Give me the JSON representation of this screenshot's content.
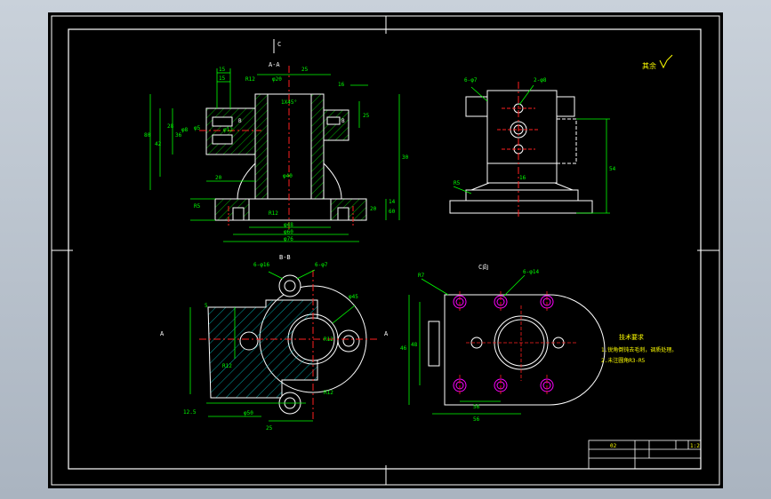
{
  "colors": {
    "background": "#000000",
    "frame": "#ffffff",
    "outline": "#ffffff",
    "dimension": "#00ff00",
    "center": "#ff2020",
    "hole": "#ff00ff",
    "hatch": "#00e5e5",
    "note": "#ffff00",
    "viewport": "#b9c2cd"
  },
  "labels": {
    "section_aa": "A-A",
    "section_bb": "B-B",
    "view_c": "C向",
    "view_c_marker": "C",
    "surface_note": "其余",
    "marker_a": "A",
    "marker_b": "B"
  },
  "notes": {
    "title": "技术要求",
    "line1": "1.锐角倒钝去毛刺，调质处理。",
    "line2": "2.未注圆角R3-R5"
  },
  "dimensions": {
    "front": [
      "15",
      "15",
      "R12",
      "25",
      "φ20",
      "16",
      "1X45°",
      "25",
      "φ5",
      "28",
      "80",
      "42",
      "36",
      "φ8",
      "φ12",
      "20",
      "φ40",
      "R12",
      "30",
      "60",
      "φ48",
      "φ60",
      "φ76",
      "R5",
      "20",
      "14"
    ],
    "top_right": [
      "6-φ7",
      "2-φ8",
      "R5",
      "54",
      "16"
    ],
    "bottom_left": [
      "6-φ16",
      "6-φ7",
      "R12",
      "5",
      "R12",
      "φ45",
      "12.5",
      "φ50",
      "25",
      "R12"
    ],
    "bottom_right": [
      "R7",
      "6-φ14",
      "46",
      "48",
      "56",
      "56"
    ]
  },
  "title_block": {
    "cell_a": "02",
    "cell_b": "1:2"
  }
}
